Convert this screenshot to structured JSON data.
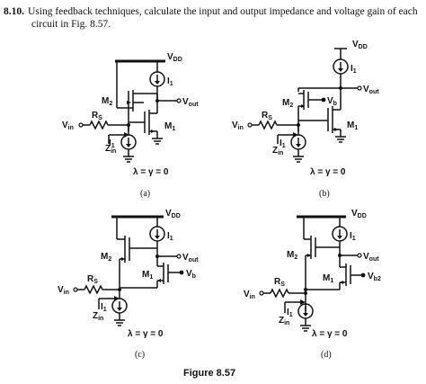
{
  "problem": {
    "number": "8.10.",
    "text_line1": "Using feedback techniques, calculate the input and output impedance and voltage gain of each",
    "text_line2": "circuit in Fig. 8.57."
  },
  "figure_caption": "Figure 8.57",
  "circuits": [
    {
      "id": "a",
      "caption": "(a)",
      "vdd": "V",
      "vdd_sub": "DD",
      "i1": "I",
      "i1_sub": "1",
      "i1b": "I",
      "i1b_sub": "1",
      "m1": "M",
      "m1_sub": "1",
      "m2": "M",
      "m2_sub": "2",
      "rs": "R",
      "rs_sub": "S",
      "vin": "V",
      "vin_sub": "in",
      "zin": "Z",
      "zin_sub": "in",
      "vout": "V",
      "vout_sub": "out",
      "condition": "λ = γ = 0"
    },
    {
      "id": "b",
      "caption": "(b)",
      "vdd": "V",
      "vdd_sub": "DD",
      "i1": "I",
      "i1_sub": "1",
      "i1b": "I",
      "i1b_sub": "1",
      "m1": "M",
      "m1_sub": "1",
      "m2": "M",
      "m2_sub": "2",
      "rs": "R",
      "rs_sub": "S",
      "vin": "V",
      "vin_sub": "in",
      "zin": "Z",
      "zin_sub": "in",
      "vout": "V",
      "vout_sub": "out",
      "vb": "V",
      "vb_sub": "b",
      "condition": "λ = γ = 0"
    },
    {
      "id": "c",
      "caption": "(c)",
      "vdd": "V",
      "vdd_sub": "DD",
      "i1": "I",
      "i1_sub": "1",
      "i1b": "I",
      "i1b_sub": "1",
      "m1": "M",
      "m1_sub": "1",
      "m2": "M",
      "m2_sub": "2",
      "rs": "R",
      "rs_sub": "S",
      "vin": "V",
      "vin_sub": "in",
      "zin": "Z",
      "zin_sub": "in",
      "vout": "V",
      "vout_sub": "out",
      "vb": "V",
      "vb_sub": "b",
      "condition": "λ = γ = 0"
    },
    {
      "id": "d",
      "caption": "(d)",
      "vdd": "V",
      "vdd_sub": "DD",
      "i1": "I",
      "i1_sub": "1",
      "i1b": "I",
      "i1b_sub": "1",
      "m1": "M",
      "m1_sub": "1",
      "m2": "M",
      "m2_sub": "2",
      "rs": "R",
      "rs_sub": "S",
      "vin": "V",
      "vin_sub": "in",
      "zin": "Z",
      "zin_sub": "in",
      "vout": "V",
      "vout_sub": "out",
      "vb": "V",
      "vb_sub": "b2",
      "condition": "λ = γ = 0"
    }
  ]
}
